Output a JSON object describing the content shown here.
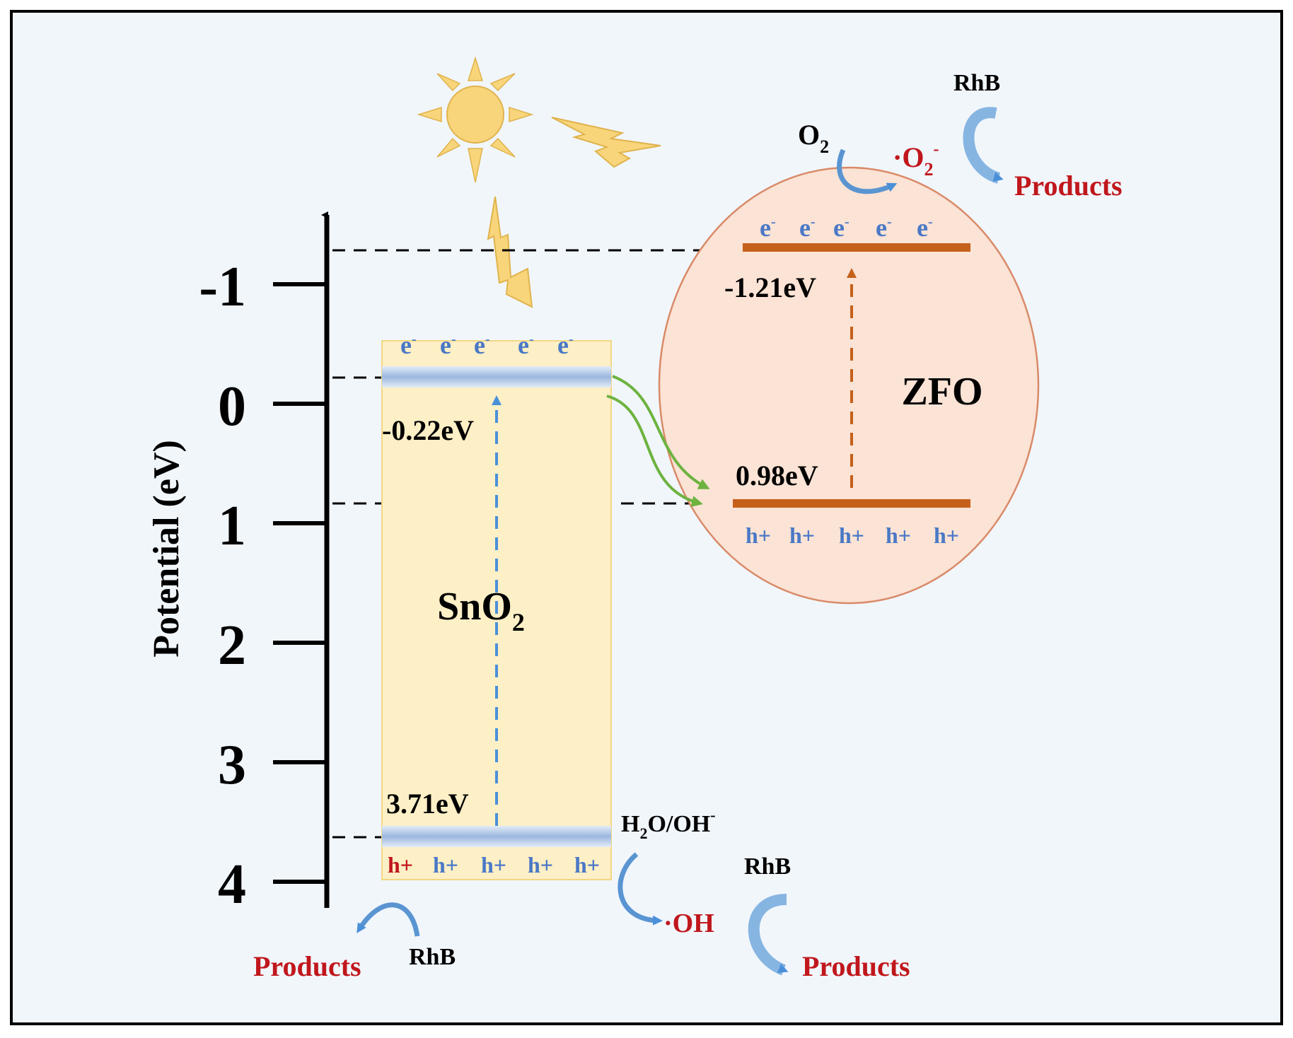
{
  "axis": {
    "label": "Potential (eV)",
    "ticks": [
      "-1",
      "0",
      "1",
      "2",
      "3",
      "4"
    ]
  },
  "sno2": {
    "name_main": "SnO",
    "name_sub": "2",
    "cb_label": "-0.22eV",
    "vb_label": "3.71eV",
    "electrons": [
      "e",
      "e",
      "e",
      "e",
      "e"
    ],
    "electron_sup": "-",
    "holes": [
      "h+",
      "h+",
      "h+",
      "h+",
      "h+"
    ]
  },
  "zfo": {
    "name": "ZFO",
    "cb_label": "-1.21eV",
    "vb_label": "0.98eV",
    "electrons": [
      "e",
      "e",
      "e",
      "e",
      "e"
    ],
    "electron_sup": "-",
    "holes": [
      "h+",
      "h+",
      "h+",
      "h+",
      "h+"
    ]
  },
  "reactions": {
    "o2_main": "O",
    "o2_sub": "2",
    "superoxide_main": "·O",
    "superoxide_sub": "2",
    "superoxide_sup": "-",
    "rhb_top": "RhB",
    "products_top": "Products",
    "h2o_a": "H",
    "h2o_sub": "2",
    "h2o_b": "O/OH",
    "h2o_sup": "-",
    "oh_radical": "·OH",
    "rhb_bottom_right": "RhB",
    "products_bottom_right": "Products",
    "rhb_bottom_left": "RhB",
    "products_bottom_left": "Products"
  },
  "colors": {
    "background": "#f1f6fb",
    "sno2_fill": "#fdefc6",
    "zfo_fill": "#fbe3d5",
    "zfo_band": "#c5601b",
    "electron_blue": "#4a78c6",
    "product_red": "#c0171c",
    "transfer_green": "#6db33f",
    "sun_yellow": "#f8d57a"
  }
}
